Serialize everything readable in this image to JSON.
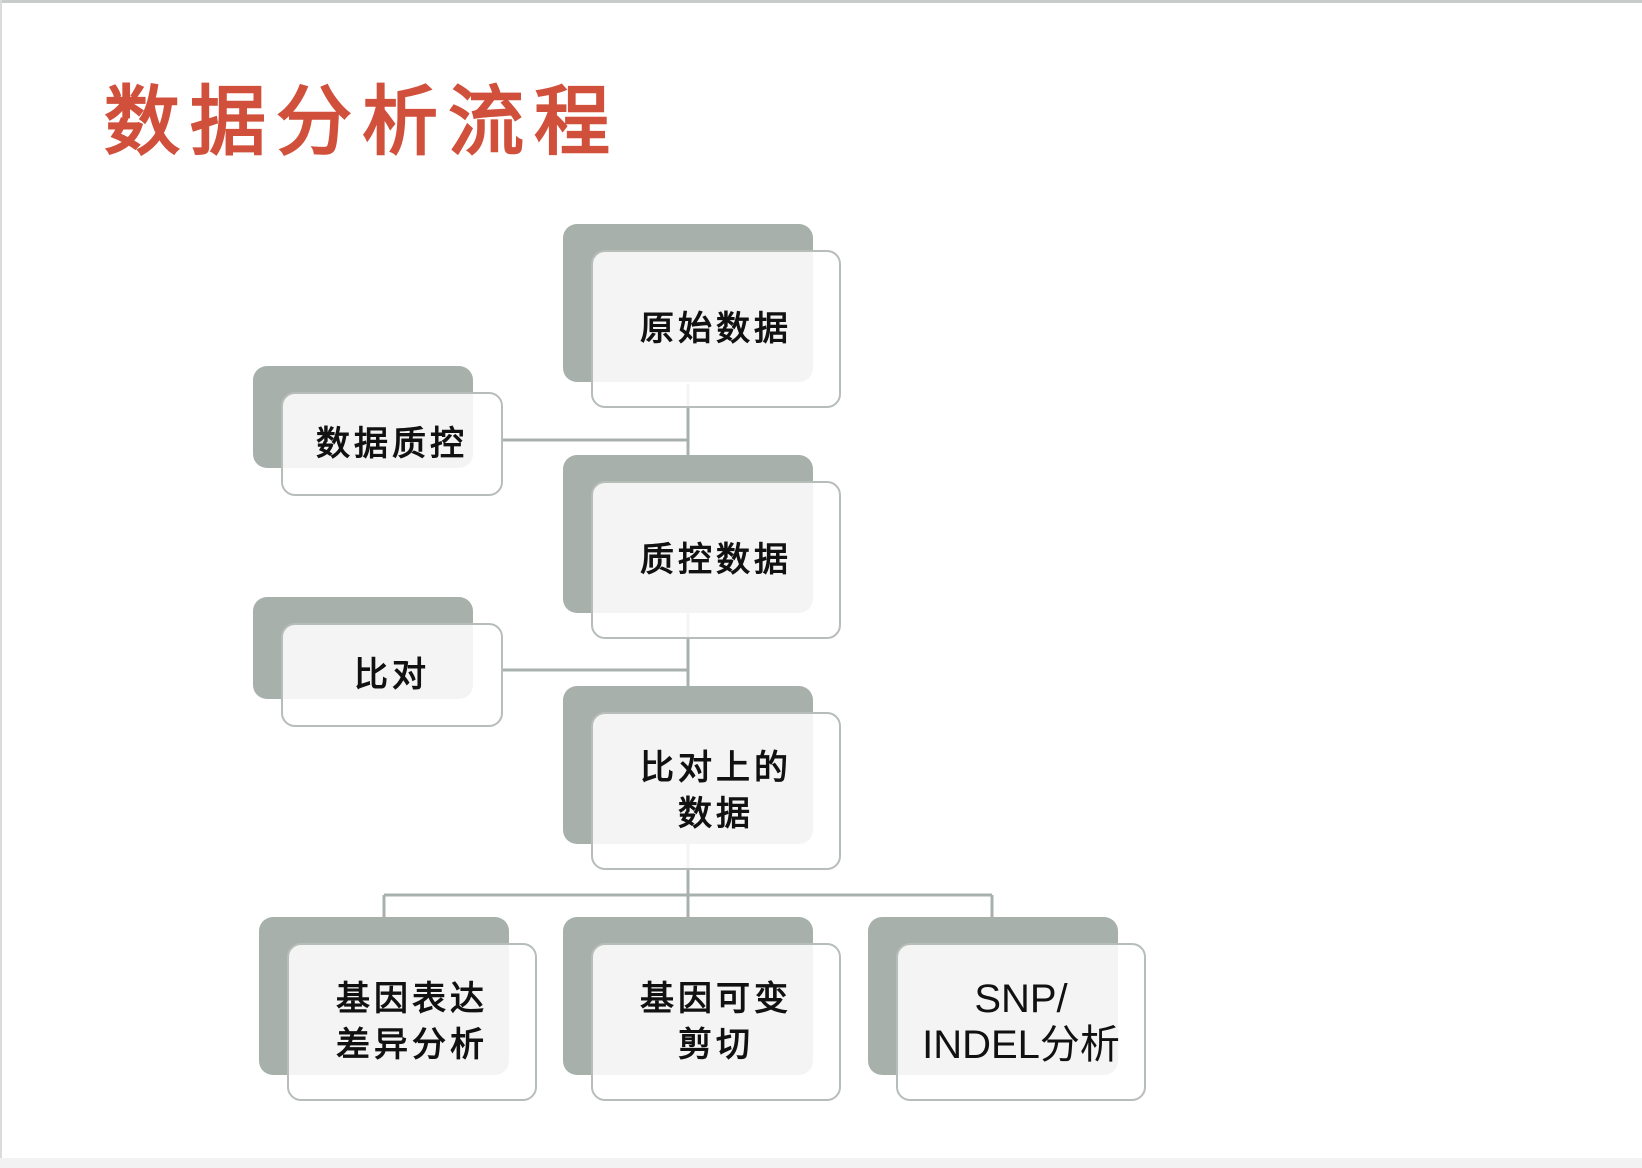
{
  "slide": {
    "title": "数据分析流程"
  },
  "flow": {
    "raw_data": "原始数据",
    "qc_step": "数据质控",
    "qc_data": "质控数据",
    "align_step": "比对",
    "aligned_data": "比对上的\n数据",
    "expression_analysis": "基因表达\n差异分析",
    "splicing_analysis": "基因可变\n剪切",
    "snp_indel_analysis": "SNP/\nINDEL分析"
  },
  "colors": {
    "title": "#d1503b",
    "shadow": "#a8b0ab",
    "card_border": "#b7bdb9",
    "connector": "#a9b1ad"
  }
}
